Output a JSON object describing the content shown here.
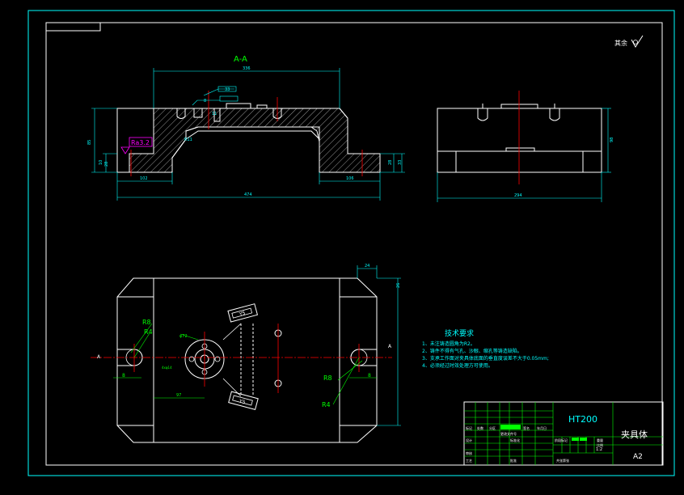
{
  "colors": {
    "background": "#000000",
    "outline": "#ffffff",
    "dimension": "#00ffff",
    "centerline": "#ff0000",
    "leader": "#00ff00",
    "roughness": "#ff00ff",
    "frame": "#00ffff",
    "titleblock": "#00ff00"
  },
  "section_view": {
    "title": "A-A",
    "dims": {
      "top_length": "336",
      "bottom_length": "474",
      "left_foot": "102",
      "right_foot": "106",
      "height": "85",
      "height_small": "28",
      "right_height": "33",
      "left_step": "10",
      "right_step": "28",
      "top_small_a": "8",
      "top_small_b": "11",
      "top_small_c": "33",
      "radius_r11": "R11"
    },
    "roughness": "Ra3.2"
  },
  "side_view": {
    "width_dim": "294",
    "height_dim": "98"
  },
  "plan_view": {
    "section_mark_left": "A",
    "section_mark_right": "A",
    "dims": {
      "r8_left": "R8",
      "r4_left": "R4",
      "w8_left": "8",
      "r8_right": "R8",
      "r4_right": "R4",
      "w8_right": "8",
      "offset_left": "97",
      "top_right_a": "24",
      "top_right_b": "26",
      "circle_dia": "φ72",
      "bolt_circle": "4xφ14",
      "slot_top": "Y5",
      "slot_bottom": "Y5"
    }
  },
  "tech_requirements": {
    "title": "技术要求",
    "items": [
      "1、未注铸造圆角为R2。",
      "2、铸件不得有气孔、沙眼、缩孔等铸造缺陷。",
      "3、支承工作面对夹具体底面的垂直度误差不大于0.05mm;",
      "4、必须经过时效处理方可使用。"
    ]
  },
  "corner_note": "其余",
  "title_block": {
    "material": "HT200",
    "part_name": "夹具体",
    "drawing_size": "A2",
    "scale": "1:2",
    "row_labels": [
      "设计",
      "审核",
      "工艺"
    ],
    "col_labels": [
      "标记",
      "处数",
      "分区",
      "更改文件号",
      "签名",
      "年月日"
    ],
    "mid_labels": [
      "标准化",
      "批准"
    ],
    "stage_label": "阶段标记",
    "weight_label": "重量",
    "scale_label": "比例",
    "sheet_label": "共张第张"
  }
}
